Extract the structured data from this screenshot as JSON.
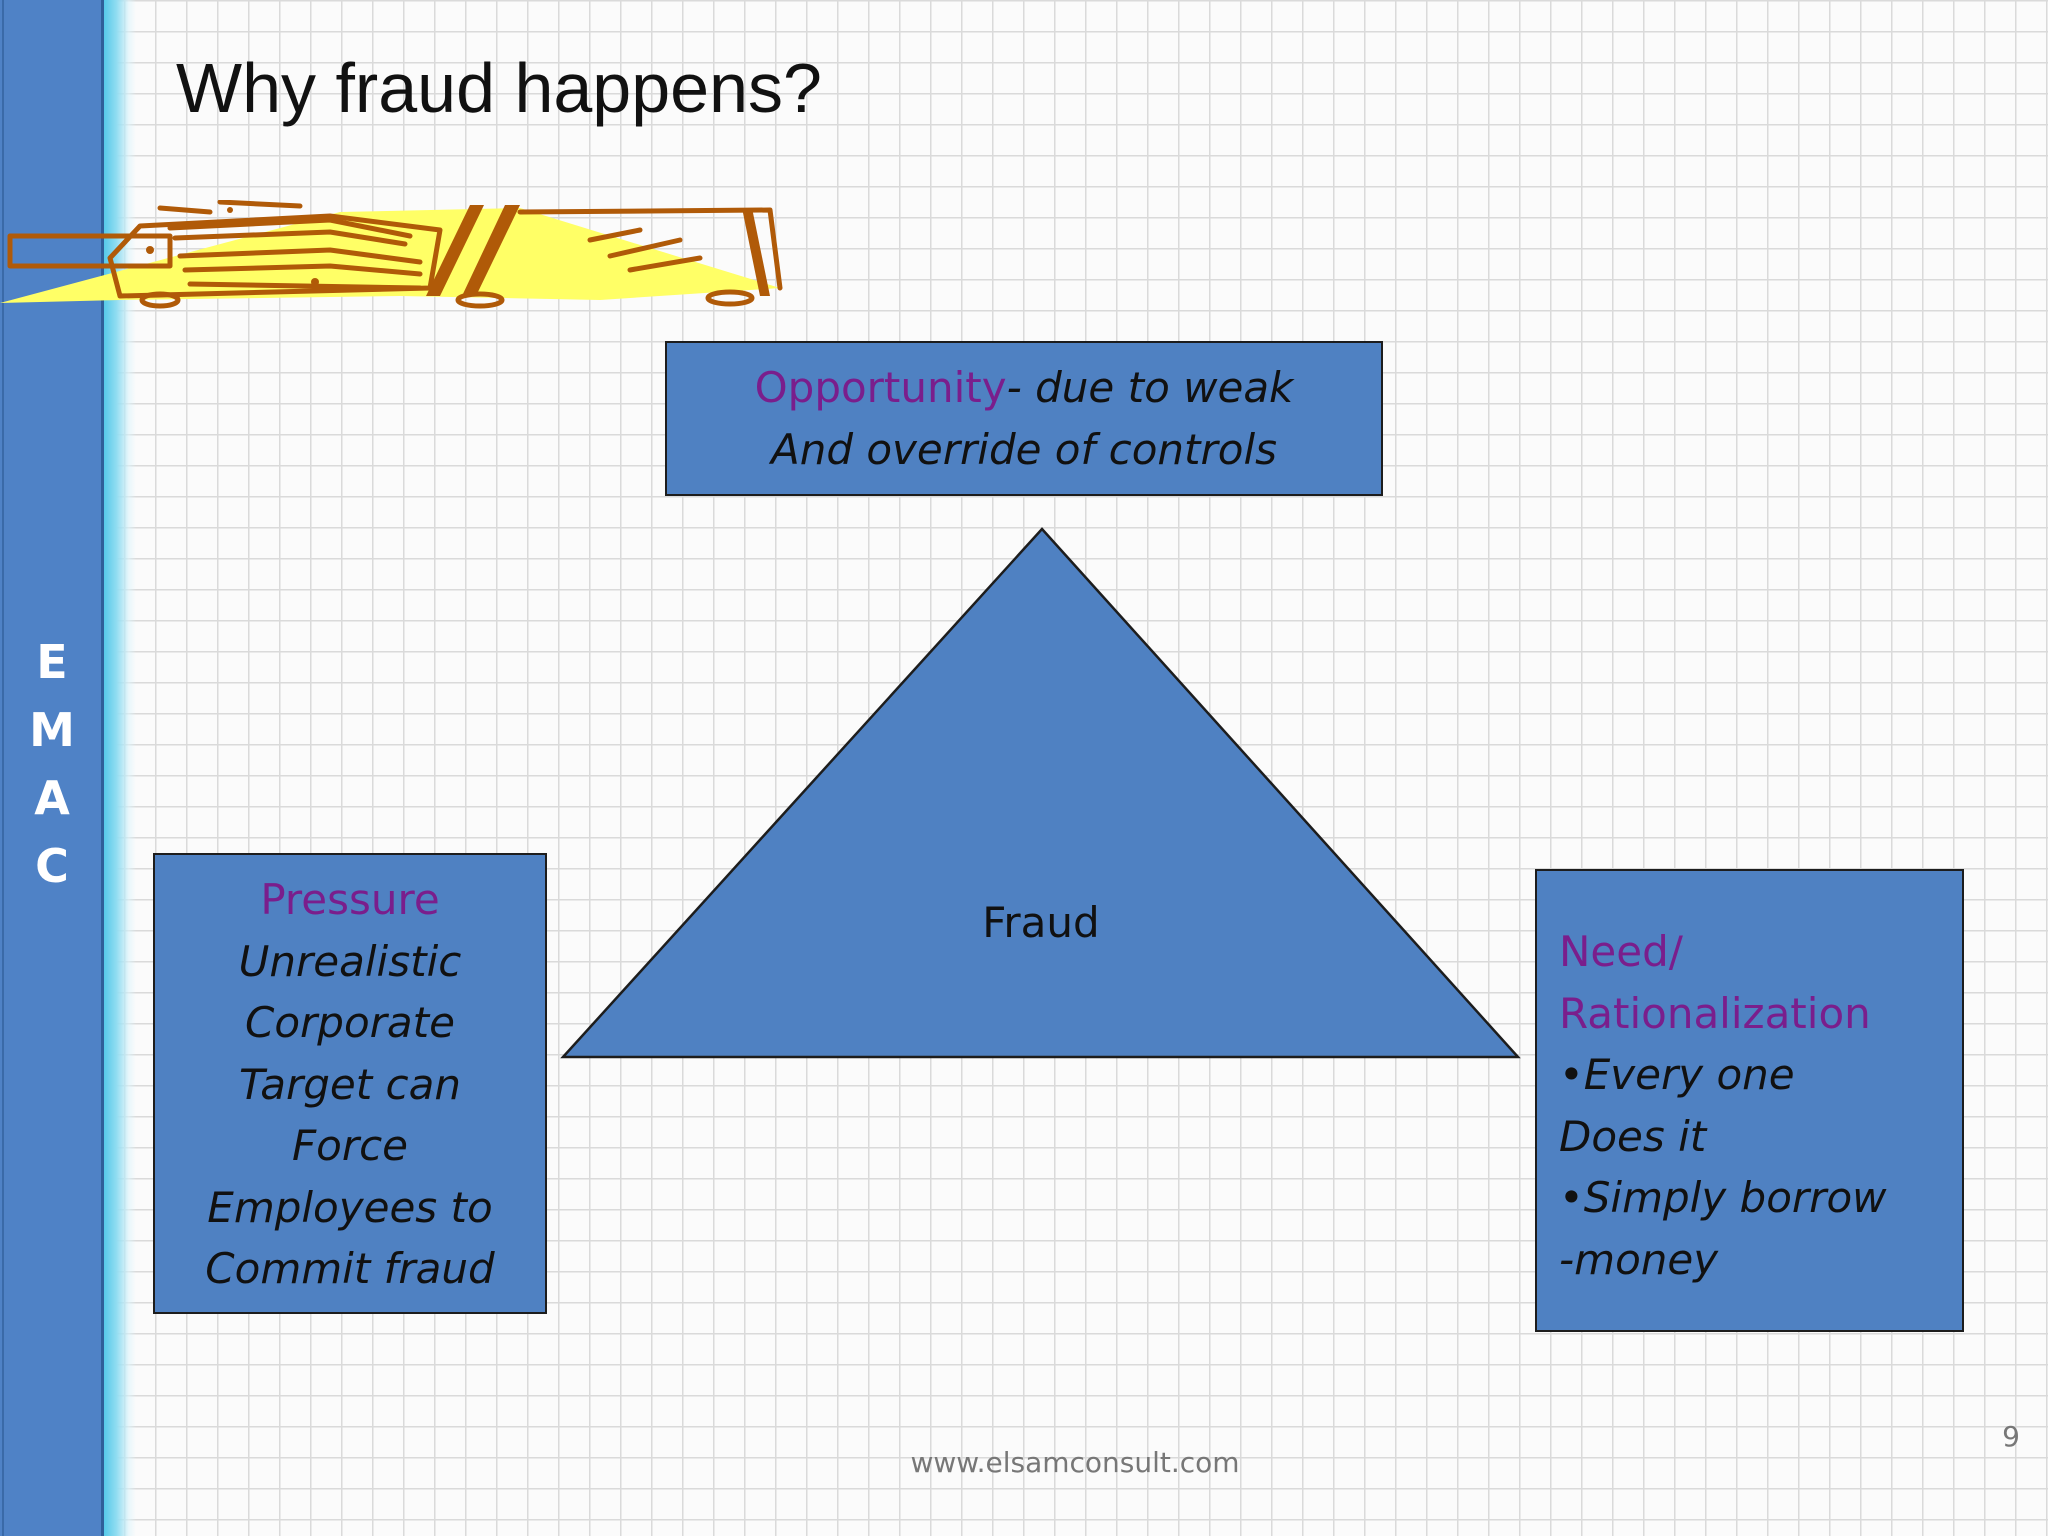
{
  "slide": {
    "title": "Why fraud happens?",
    "side_band_letters": [
      "E",
      "M",
      "A",
      "C"
    ],
    "footer_url": "www.elsamconsult.com",
    "page_number": "9"
  },
  "diagram": {
    "center_label": "Fraud",
    "opportunity": {
      "heading": "Opportunity",
      "line1_rest": "- due to weak",
      "line2": "And override of controls"
    },
    "pressure": {
      "heading": "Pressure",
      "lines": [
        "Unrealistic",
        "Corporate",
        "Target can",
        "Force",
        "Employees to",
        "Commit fraud"
      ]
    },
    "need": {
      "heading_lines": [
        "Need/",
        "Rationalization"
      ],
      "bullet1_lines": [
        "•Every one",
        "Does it"
      ],
      "bullet2_lines": [
        "•Simply borrow",
        "-money"
      ]
    }
  },
  "colors": {
    "box_fill": "#4f81c2",
    "heading_text": "#7a1e8c",
    "side_band": "#4f82c6",
    "clipart_yellow": "#ffff66",
    "clipart_brown": "#b05a08"
  },
  "icons": {
    "clipart": "cartoon-car-clipart-icon"
  }
}
